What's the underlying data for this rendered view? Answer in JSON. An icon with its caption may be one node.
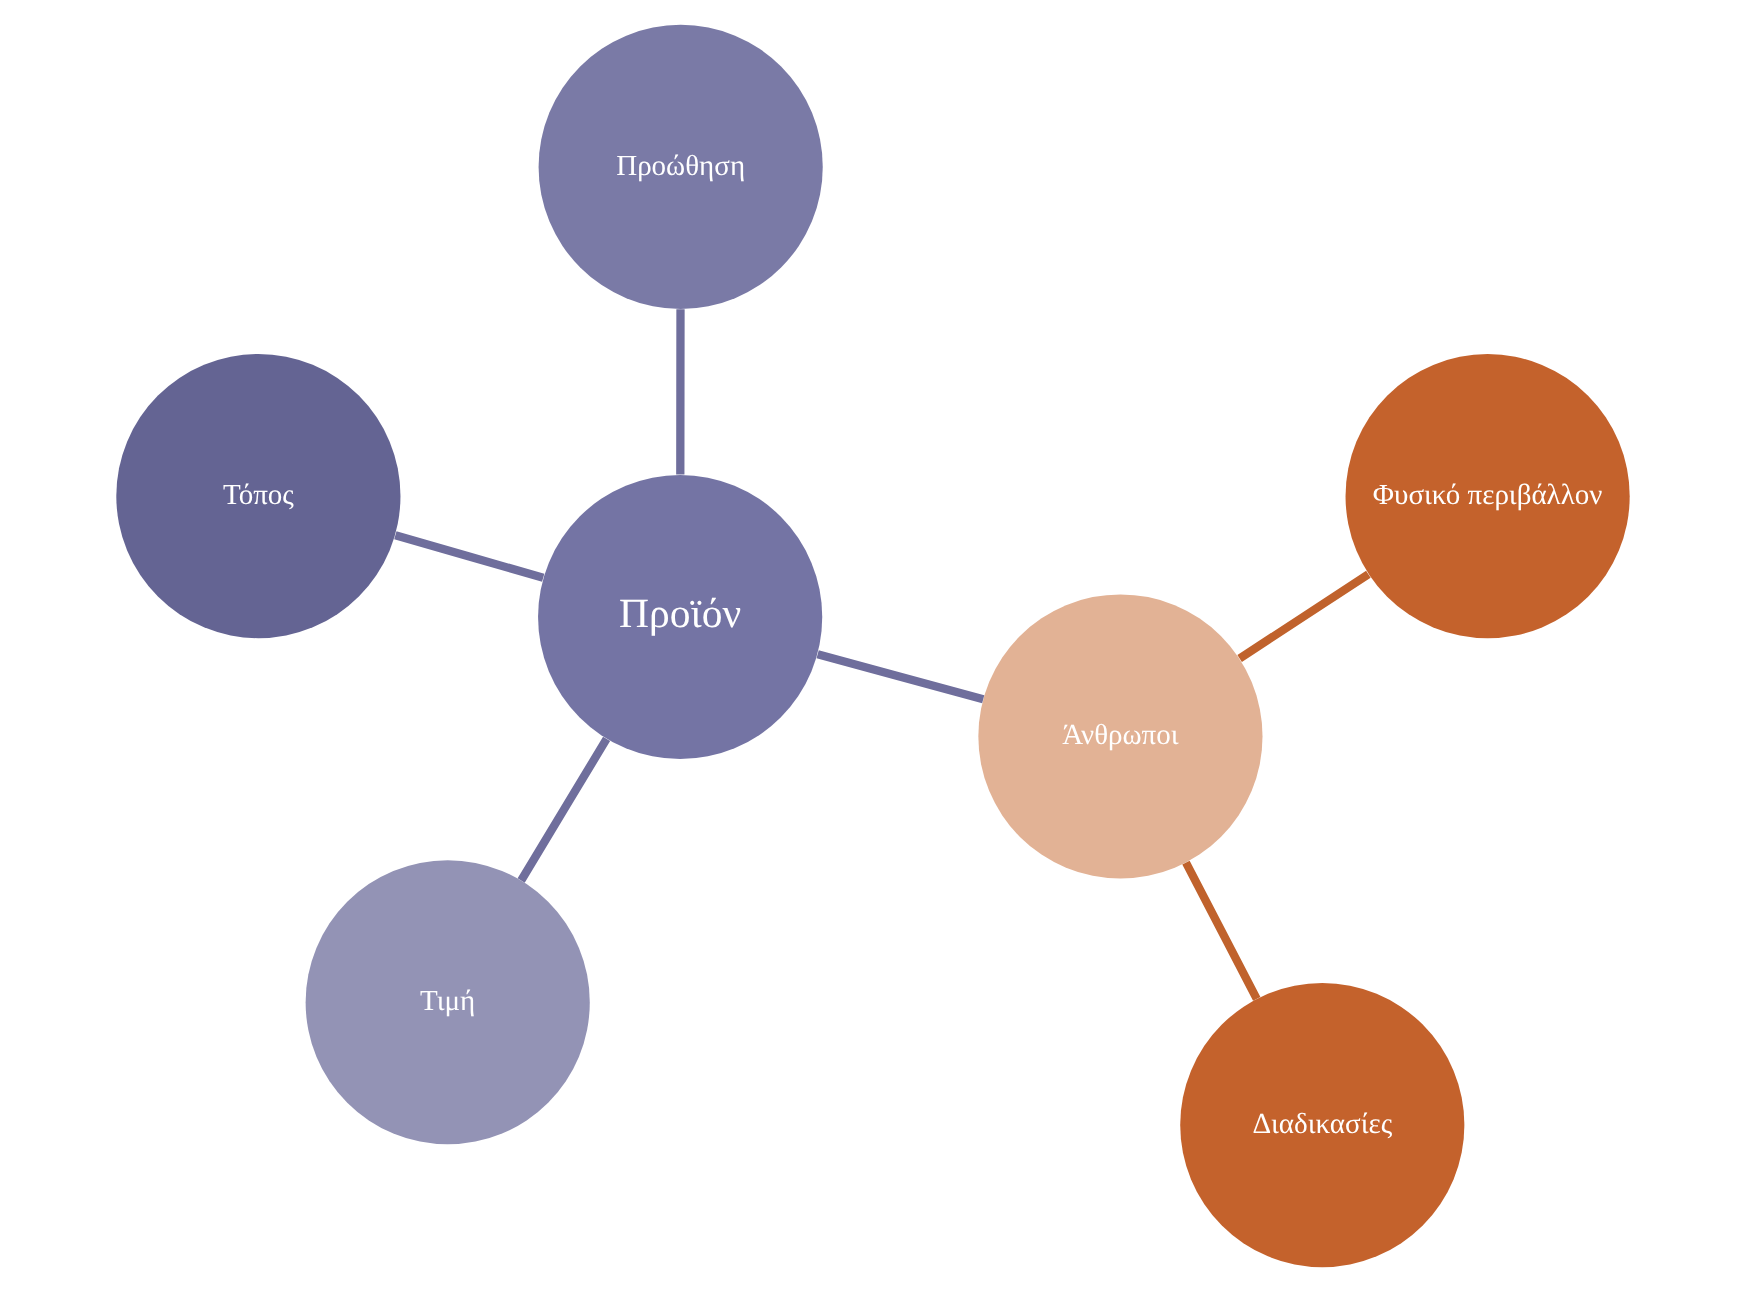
{
  "diagram": {
    "nodes": [
      {
        "text": [
          "Τόπος"
        ]
      },
      {
        "text": [
          "Διαδικασίες"
        ]
      },
      {
        "text": [
          "Άνθρωποι"
        ]
      },
      {
        "text": [
          "Προϊόν"
        ]
      },
      {
        "text": [
          "Προώθηση"
        ]
      },
      {
        "text": [
          "Φυσικό περιβάλλον"
        ]
      },
      {
        "text": [
          "Τιμή"
        ]
      }
    ],
    "edges": [
      {
        "from": 3,
        "to": 0,
        "arrow": "none"
      },
      {
        "from": 3,
        "to": 4,
        "arrow": "none"
      },
      {
        "from": 3,
        "to": 6,
        "arrow": "none"
      },
      {
        "from": 3,
        "to": 2,
        "arrow": "none"
      },
      {
        "from": 2,
        "to": 1,
        "arrow": "none",
        "color": "#c0622c"
      },
      {
        "from": 2,
        "to": 5,
        "arrow": "none",
        "color": "#c0622c"
      }
    ]
  }
}
